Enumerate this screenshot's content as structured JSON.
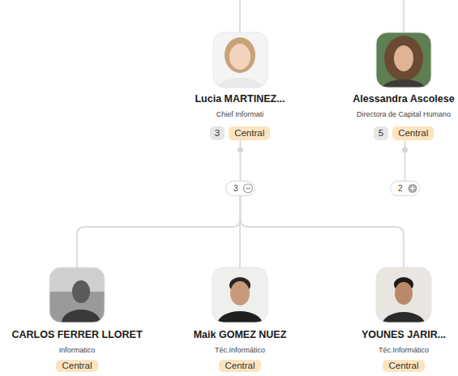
{
  "diagram": {
    "nodes": [
      {
        "text": [
          "Lucia MARTINEZ...",
          "Chief Informati",
          "3",
          "Central"
        ]
      },
      {
        "text": [
          "Alessandra Ascolese",
          "Directora de Capital Humano",
          "5",
          "Central"
        ]
      },
      {
        "text": [
          "3"
        ]
      },
      {
        "text": [
          "2"
        ]
      },
      {
        "text": [
          "CARLOS FERRER LLORET",
          "Informatico",
          "Central"
        ]
      },
      {
        "text": [
          "Maik GOMEZ NUEZ",
          "Téc.Informático",
          "Central"
        ]
      },
      {
        "text": [
          "YOUNES JARIR...",
          "Téc.Informático",
          "Central"
        ]
      }
    ],
    "edges": [
      {
        "from": 0,
        "to": 2,
        "arrow": "none"
      },
      {
        "from": 1,
        "to": 3,
        "arrow": "none"
      },
      {
        "from": 2,
        "to": 4,
        "arrow": "none"
      },
      {
        "from": 2,
        "to": 5,
        "arrow": "none"
      },
      {
        "from": 2,
        "to": 6,
        "arrow": "none"
      }
    ]
  }
}
